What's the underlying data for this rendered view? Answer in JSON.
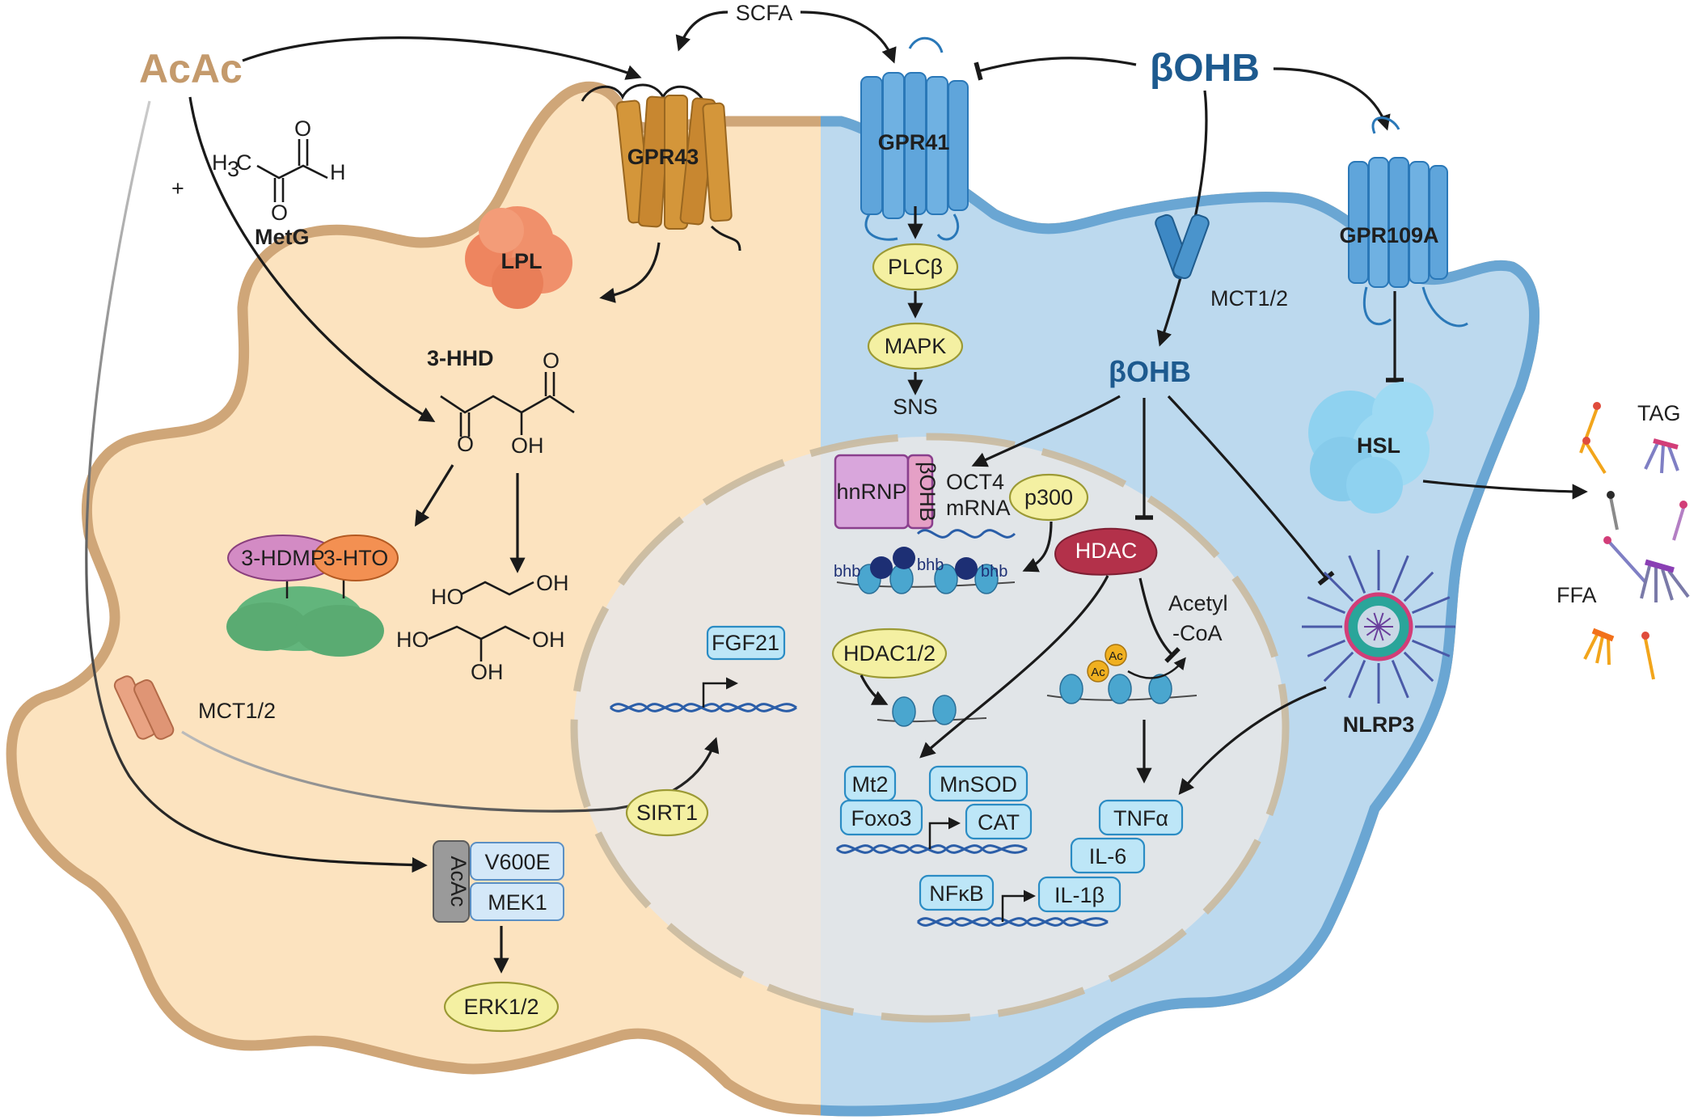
{
  "labels": {
    "scfa": "SCFA",
    "acac": "AcAc",
    "bohb_top": "βOHB",
    "bohb_mid": "βOHB",
    "gpr43": "GPR43",
    "gpr41": "GPR41",
    "gpr109a": "GPR109A",
    "lpl": "LPL",
    "metg": "MetG",
    "plus": "+",
    "plcb": "PLCβ",
    "mapk": "MAPK",
    "sns": "SNS",
    "mct_right": "MCT1/2",
    "mct_left": "MCT1/2",
    "hhd": "3-HHD",
    "hdmp": "3-HDMP",
    "hto": "3-HTO",
    "hsl": "HSL",
    "tag": "TAG",
    "ffa": "FFA",
    "nlrp3": "NLRP3",
    "hnrnp": "hnRNP",
    "bohb_tag": "βOHB",
    "oct4_1": "OCT4",
    "oct4_2": "mRNA",
    "p300": "p300",
    "hdac": "HDAC",
    "bhb": "bhb",
    "hdac12": "HDAC1/2",
    "acetyl_1": "Acetyl",
    "acetyl_2": "-CoA",
    "ac": "Ac",
    "fgf21": "FGF21",
    "sirt1": "SIRT1",
    "mt2": "Mt2",
    "mnsod": "MnSOD",
    "foxo3": "Foxo3",
    "cat": "CAT",
    "tnfa": "TNFα",
    "il6": "IL-6",
    "nfkb": "NFκB",
    "il1b": "IL-1β",
    "acac_tag": "AcAc",
    "v600e": "V600E",
    "mek1": "MEK1",
    "erk": "ERK1/2",
    "chem_h3c": "H",
    "chem_3": "3",
    "chem_c": "C",
    "chem_h": "H",
    "chem_o": "O",
    "chem_oh": "OH",
    "chem_ho": "HO"
  },
  "colors": {
    "left_cell": "#fce3bf",
    "left_membrane": "#cfa678",
    "right_cell": "#bcd9ee",
    "right_membrane": "#6aa6d3",
    "nucleus": "#ece9e6",
    "receptor_orange": "#d4963a",
    "receptor_blue": "#5fa5db",
    "text_acac": "#c49a6c",
    "text_bohb": "#1d5a8f"
  }
}
